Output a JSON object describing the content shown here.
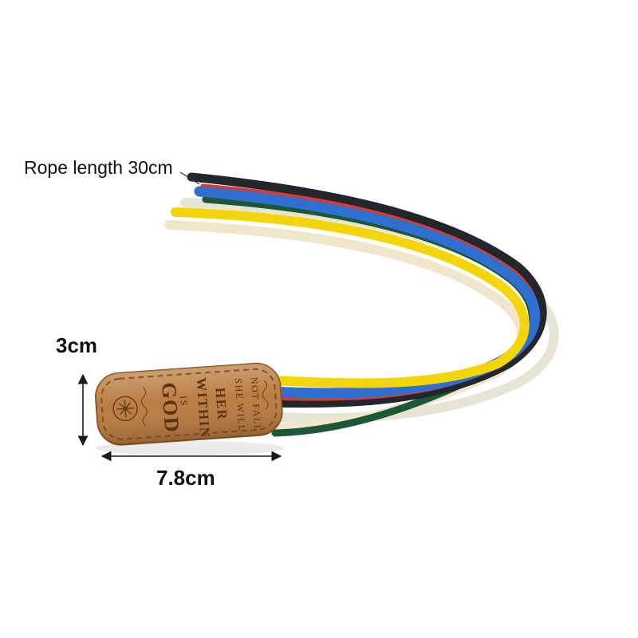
{
  "page": {
    "background_color": "#ffffff"
  },
  "annotations": {
    "rope_length_label": "Rope length 30cm",
    "tag_height_label": "3cm",
    "tag_width_label": "7.8cm",
    "arrow_color": "#1a1a1a",
    "leader_color": "#333333"
  },
  "tag": {
    "lines": [
      "GOD",
      "IS",
      "WITHIN",
      "HER",
      "SHE WILL",
      "NOT FALL"
    ],
    "leather_color": "#b97a3e",
    "leather_edge_color": "#8a5420",
    "stitch_color": "#7a4519",
    "text_color": "#5d3210"
  },
  "ribbons": {
    "white": {
      "color": "#e7e3d5"
    },
    "cream": {
      "color": "#efe6cb"
    },
    "green": {
      "color": "#1c5737"
    },
    "black": {
      "color": "#23262b"
    },
    "red": {
      "color": "#d93a33"
    },
    "blue": {
      "color": "#2f6fd0"
    },
    "yellow": {
      "color": "#f2d50a"
    }
  }
}
